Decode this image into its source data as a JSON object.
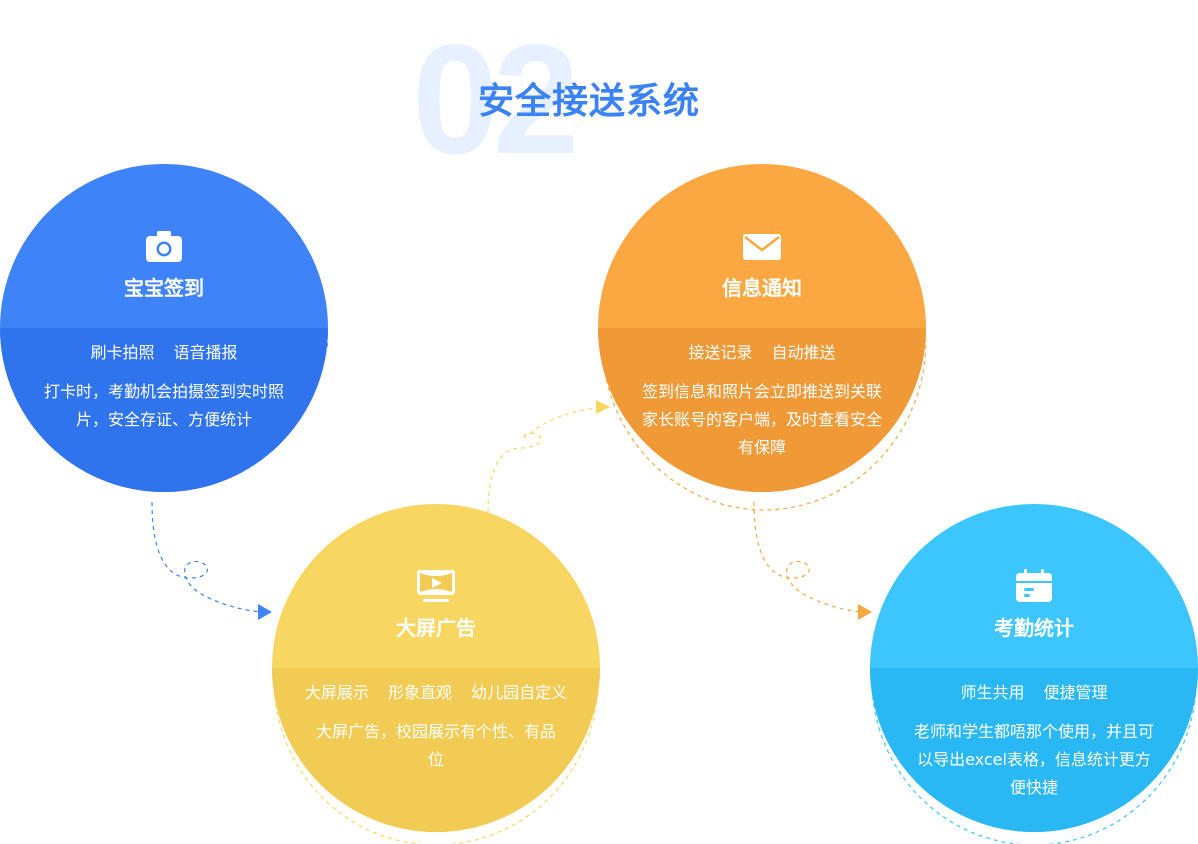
{
  "header": {
    "number": "02",
    "title": "安全接送系统"
  },
  "colors": {
    "title": "#3b82f6",
    "blue": "#3f83f8",
    "orange": "#fba842",
    "yellow": "#f8d662",
    "cyan": "#3cc6fd"
  },
  "cards": [
    {
      "icon": "camera-icon",
      "title": "宝宝签到",
      "tags": [
        "刷卡拍照",
        "语音播报"
      ],
      "desc": "打卡时，考勤机会拍摄签到实时照片，安全存证、方便统计"
    },
    {
      "icon": "envelope-icon",
      "title": "信息通知",
      "tags": [
        "接送记录",
        "自动推送"
      ],
      "desc": "签到信息和照片会立即推送到关联家长账号的客户端，及时查看安全有保障"
    },
    {
      "icon": "screen-play-icon",
      "title": "大屏广告",
      "tags": [
        "大屏展示",
        "形象直观",
        "幼儿园自定义"
      ],
      "desc": "大屏广告，校园展示有个性、有品位"
    },
    {
      "icon": "calendar-icon",
      "title": "考勤统计",
      "tags": [
        "师生共用",
        "便捷管理"
      ],
      "desc": "老师和学生都唔那个使用，并且可以导出excel表格，信息统计更方便快捷"
    }
  ]
}
